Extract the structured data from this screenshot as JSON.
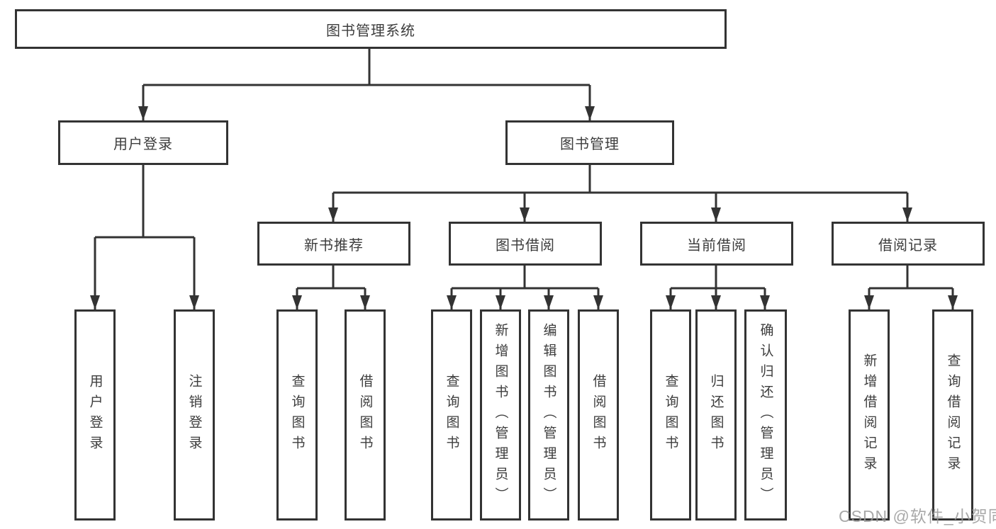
{
  "diagram": {
    "type": "tree",
    "line_color": "#333333",
    "root": {
      "label": "图书管理系统"
    },
    "level2": [
      {
        "label": "用户登录"
      },
      {
        "label": "图书管理"
      }
    ],
    "level3": [
      {
        "label": "新书推荐",
        "parent": "图书管理"
      },
      {
        "label": "图书借阅",
        "parent": "图书管理"
      },
      {
        "label": "当前借阅",
        "parent": "图书管理"
      },
      {
        "label": "借阅记录",
        "parent": "图书管理"
      }
    ],
    "leaves": [
      {
        "label": "用户登录",
        "parent": "用户登录"
      },
      {
        "label": "注销登录",
        "parent": "用户登录"
      },
      {
        "label": "查询图书",
        "parent": "新书推荐"
      },
      {
        "label": "借阅图书",
        "parent": "新书推荐"
      },
      {
        "label": "查询图书",
        "parent": "图书借阅"
      },
      {
        "label": "新增图书（管理员）",
        "parent": "图书借阅"
      },
      {
        "label": "编辑图书（管理员）",
        "parent": "图书借阅"
      },
      {
        "label": "借阅图书",
        "parent": "图书借阅"
      },
      {
        "label": "查询图书",
        "parent": "当前借阅"
      },
      {
        "label": "归还图书",
        "parent": "当前借阅"
      },
      {
        "label": "确认归还（管理员）",
        "parent": "当前借阅"
      },
      {
        "label": "新增借阅记录",
        "parent": "借阅记录"
      },
      {
        "label": "查询借阅记录",
        "parent": "借阅记录"
      }
    ]
  },
  "watermark": {
    "text": "CSDN @软件_小贺同学"
  }
}
